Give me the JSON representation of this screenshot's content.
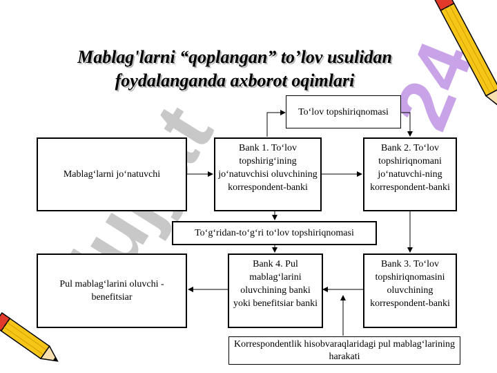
{
  "title": {
    "line1": "Mablag'larni “qoplangan” to’lov usulidan",
    "line2_main": "foydalanganda axborot ",
    "line2_end": "oqimlari"
  },
  "watermark": "Hujjat",
  "watermark_number": "24",
  "boxes": {
    "payer": "Mablag‘larni jo‘natuvchi",
    "payment_order": "To‘lov topshiriqnomasi",
    "bank1": "Bank 1. To‘lov topshirig‘ining jo‘natuvchisi oluvchining korrespondent-banki",
    "bank2": "Bank 2. To‘lov topshiriqnomani jo‘natuvchi-ning korrespondent-banki",
    "direct_order": "To‘g‘ridan-to‘g‘ri to‘lov topshiriqnomasi",
    "beneficiary": "Pul mablag‘larini oluvchi - benefitsiar",
    "bank4": "Bank 4. Pul mablag‘larini oluvchining banki yoki benefitsiar banki",
    "bank3": "Bank 3. To‘lov topshiriqnomasini oluvchining korrespondent-banki",
    "correspondent": "Korrespondentlik hisobvaraqlaridagi pul mablag‘larining harakati"
  },
  "colors": {
    "watermark_gray": "#c8c8c8",
    "watermark_purple": "#c9a3e8",
    "pencil_yellow": "#f5c518",
    "pencil_red": "#e23a2a"
  }
}
